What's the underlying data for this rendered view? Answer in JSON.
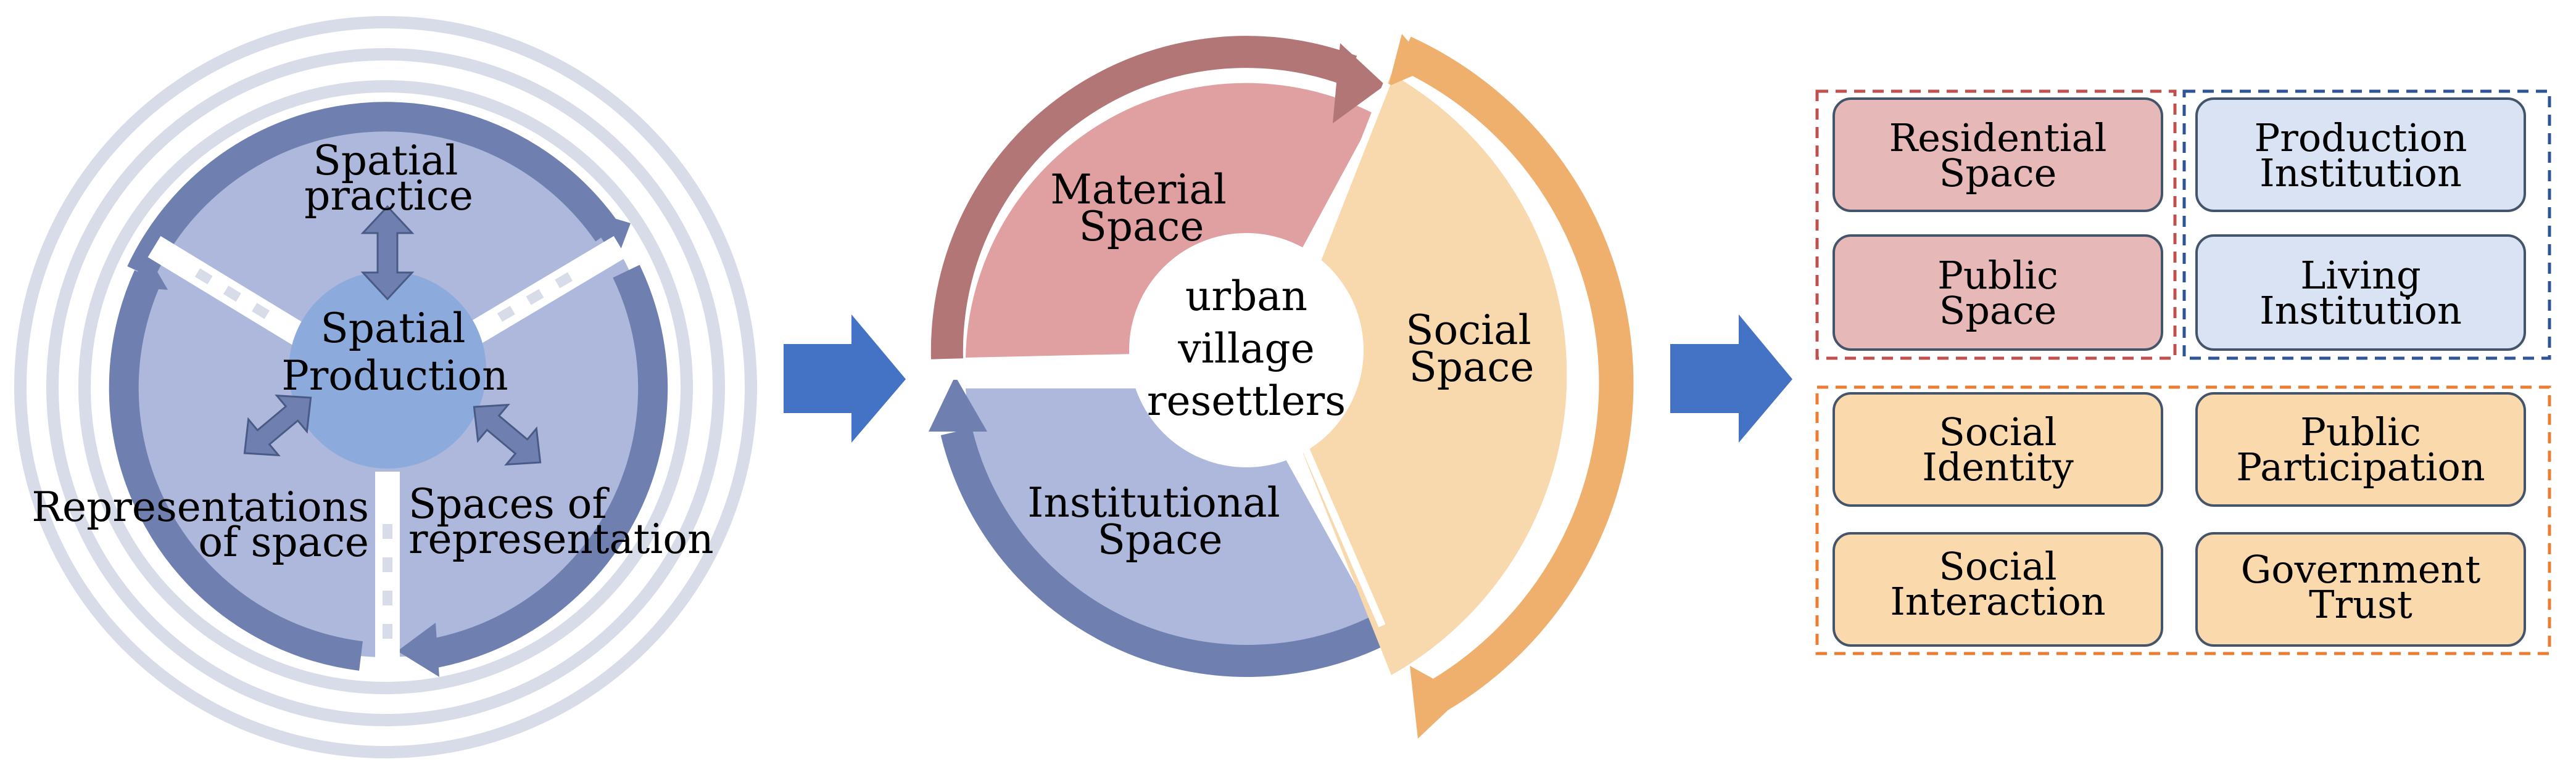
{
  "colors": {
    "ring": "#d7dce8",
    "lilac_fill": "#adb8dc",
    "blue_arrow": "#6f80b0",
    "center_blue": "#8caadb",
    "material_fill": "#e0a0a1",
    "material_arrow": "#b27676",
    "social_fill": "#f8d8ad",
    "social_arrow": "#efb06e",
    "flow_arrow": "#4472c4",
    "pink_box": "#e6b9b8",
    "pink_border": "#c0504d",
    "blue_box": "#dae3f3",
    "blue_border": "#2f5597",
    "orange_box": "#fad9ad",
    "orange_border": "#ed7d31"
  },
  "left": {
    "center": [
      "Spatial",
      "Production"
    ],
    "top": [
      "Spatial",
      "practice"
    ],
    "bottom_left": [
      "Representations",
      "of space"
    ],
    "bottom_right": [
      "Spaces of",
      "representation"
    ]
  },
  "middle": {
    "center": [
      "urban",
      "village",
      "resettlers"
    ],
    "material": [
      "Material",
      "Space"
    ],
    "institutional": [
      "Institutional",
      "Space"
    ],
    "social": [
      "Social",
      "Space"
    ]
  },
  "right": {
    "material_group": [
      [
        "Residential",
        "Space"
      ],
      [
        "Public",
        "Space"
      ]
    ],
    "institution_group": [
      [
        "Production",
        "Institution"
      ],
      [
        "Living",
        "Institution"
      ]
    ],
    "social_group": [
      [
        "Social",
        "Identity"
      ],
      [
        "Public",
        "Participation"
      ],
      [
        "Social",
        "Interaction"
      ],
      [
        "Government",
        "Trust"
      ]
    ]
  }
}
